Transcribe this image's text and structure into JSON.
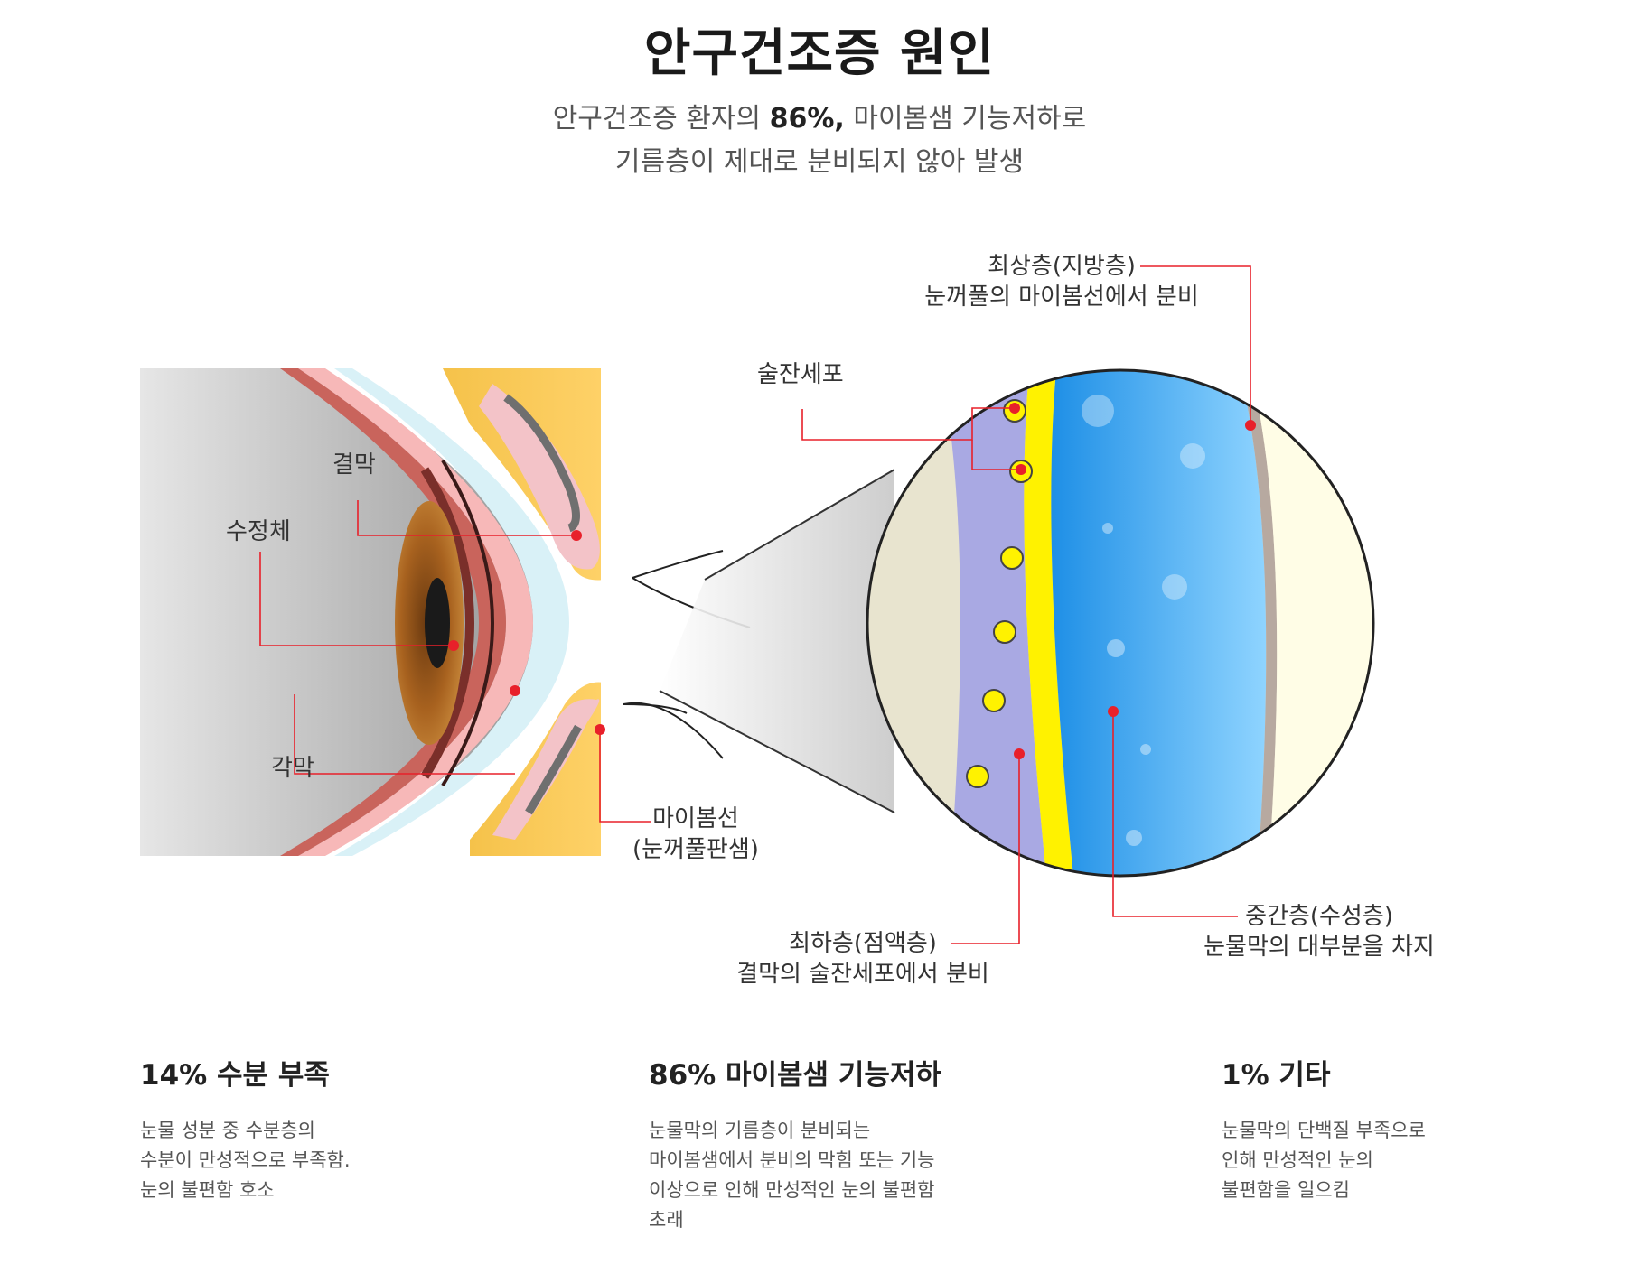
{
  "header": {
    "title": "안구건조증 원인",
    "subtitle_line1_pre": "안구건조증 환자의",
    "subtitle_line1_bold": "86%,",
    "subtitle_line1_post": "마이봄샘 기능저하로",
    "subtitle_line2": "기름층이 제대로 분비되지 않아 발생"
  },
  "diagram": {
    "labels": {
      "conjunctiva": "결막",
      "lens": "수정체",
      "cornea": "각막",
      "meibomian_1": "마이봄선",
      "meibomian_2": "(눈꺼풀판샘)",
      "goblet": "술잔세포",
      "lipid_1": "최상층(지방층)",
      "lipid_2": "눈꺼풀의 마이봄선에서 분비",
      "mucin_1": "최하층(점액층)",
      "mucin_2": "결막의 술잔세포에서 분비",
      "aqueous_1": "중간층(수성층)",
      "aqueous_2": "눈물막의 대부분을 차지"
    },
    "colors": {
      "accent": "#e8202a",
      "mucin": "#fff200",
      "aqueous": "#4aa8ee",
      "lipid": "#fffde6"
    }
  },
  "causes": [
    {
      "title": "14% 수분 부족",
      "lines": [
        "눈물 성분 중 수분층의",
        "수분이 만성적으로 부족함.",
        "눈의 불편함 호소"
      ]
    },
    {
      "title": "86% 마이봄샘 기능저하",
      "lines": [
        "눈물막의 기름층이 분비되는",
        "마이봄샘에서 분비의 막힘 또는 기능",
        "이상으로 인해 만성적인 눈의 불편함",
        "초래"
      ]
    },
    {
      "title": "1% 기타",
      "lines": [
        "눈물막의 단백질 부족으로",
        "인해 만성적인 눈의",
        "불편함을 일으킴"
      ]
    }
  ]
}
